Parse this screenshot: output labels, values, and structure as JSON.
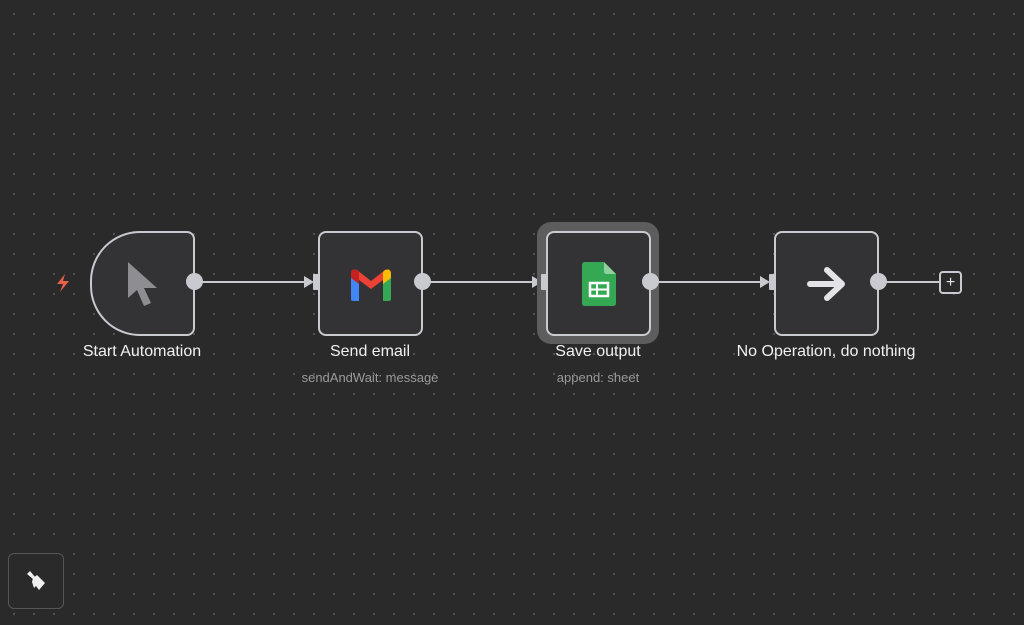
{
  "nodes": [
    {
      "name": "Start Automation",
      "subtitle": "",
      "icon": "cursor-icon"
    },
    {
      "name": "Send email",
      "subtitle": "sendAndWait: message",
      "icon": "gmail-icon"
    },
    {
      "name": "Save output",
      "subtitle": "append: sheet",
      "icon": "google-sheets-icon",
      "selected": true
    },
    {
      "name": "No Operation, do nothing",
      "subtitle": "",
      "icon": "arrow-right-icon"
    }
  ],
  "add_node_label": "+",
  "colors": {
    "background": "#2a2a2a",
    "node_border": "#c9cad0",
    "trigger_bolt": "#e8604c",
    "selected_halo": "#5d5d5d"
  }
}
